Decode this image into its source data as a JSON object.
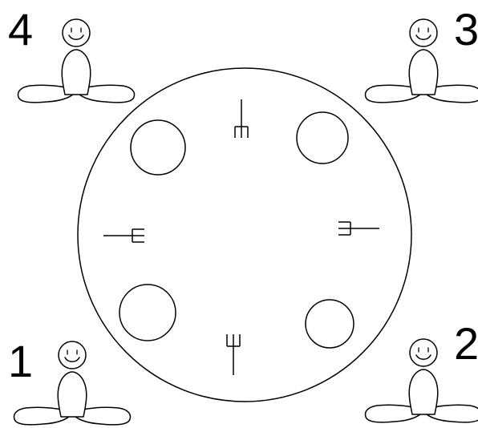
{
  "seats": [
    {
      "label": "1"
    },
    {
      "label": "2"
    },
    {
      "label": "3"
    },
    {
      "label": "4"
    }
  ],
  "table": {
    "plates": 4,
    "forks": 4
  }
}
